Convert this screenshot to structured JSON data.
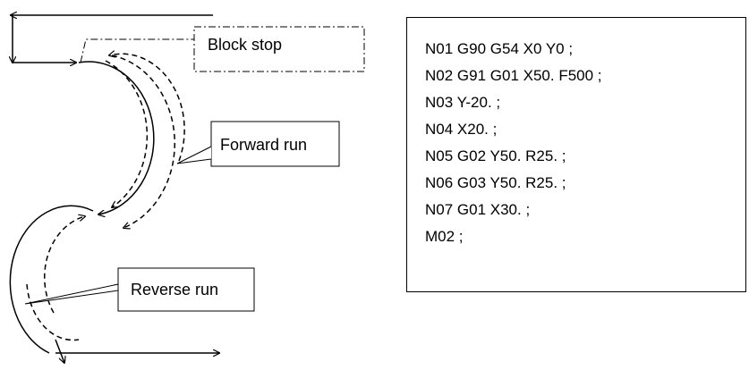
{
  "labels": {
    "block_stop": "Block stop",
    "forward_run": "Forward run",
    "reverse_run": "Reverse run"
  },
  "program": {
    "lines": [
      "N01 G90 G54 X0 Y0 ;",
      "N02 G91 G01 X50. F500 ;",
      "N03 Y-20. ;",
      "N04 X20. ;",
      "N05 G02 Y50. R25. ;",
      "N06 G03 Y50. R25. ;",
      "N07 G01 X30. ;",
      "M02 ;"
    ]
  }
}
